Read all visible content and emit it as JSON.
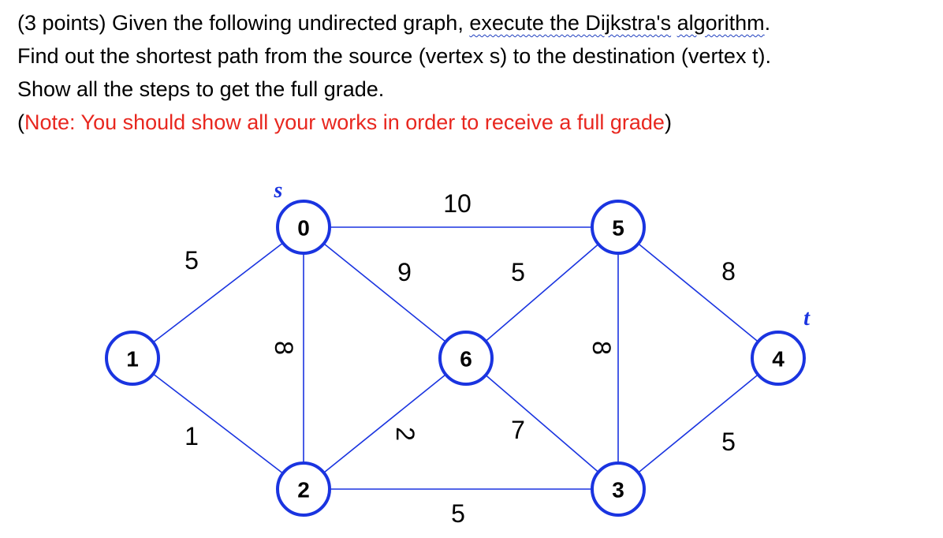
{
  "question": {
    "line1_prefix": "(3 points) Given the following undirected graph, ",
    "line1_link1": "execute the Dijkstra's",
    "line1_space": " ",
    "line1_link2": "algorithm",
    "line1_suffix": ".",
    "line2": "Find out the shortest path from the source (vertex s) to the destination (vertex t).",
    "line3": "Show all the steps to get the full grade.",
    "note_open": "(",
    "note_text": "Note: You should show all your works in order to receive a full grade",
    "note_close": ")"
  },
  "graph": {
    "colors": {
      "edge": "#1a34e0",
      "node_border": "#1a34e0",
      "tag": "#1a34e0",
      "note": "#e8271f"
    },
    "source_tag": "s",
    "target_tag": "t",
    "nodes": [
      {
        "id": "0",
        "label": "0"
      },
      {
        "id": "1",
        "label": "1"
      },
      {
        "id": "2",
        "label": "2"
      },
      {
        "id": "3",
        "label": "3"
      },
      {
        "id": "4",
        "label": "4"
      },
      {
        "id": "5",
        "label": "5"
      },
      {
        "id": "6",
        "label": "6"
      }
    ],
    "edges": [
      {
        "from": "0",
        "to": "5",
        "weight": "10"
      },
      {
        "from": "1",
        "to": "0",
        "weight": "5"
      },
      {
        "from": "0",
        "to": "6",
        "weight": "9"
      },
      {
        "from": "0",
        "to": "2",
        "weight": "8"
      },
      {
        "from": "1",
        "to": "2",
        "weight": "1"
      },
      {
        "from": "2",
        "to": "6",
        "weight": "2"
      },
      {
        "from": "2",
        "to": "3",
        "weight": "5"
      },
      {
        "from": "6",
        "to": "5",
        "weight": "5"
      },
      {
        "from": "6",
        "to": "3",
        "weight": "7"
      },
      {
        "from": "5",
        "to": "3",
        "weight": "8"
      },
      {
        "from": "5",
        "to": "4",
        "weight": "8"
      },
      {
        "from": "3",
        "to": "4",
        "weight": "5"
      }
    ]
  }
}
